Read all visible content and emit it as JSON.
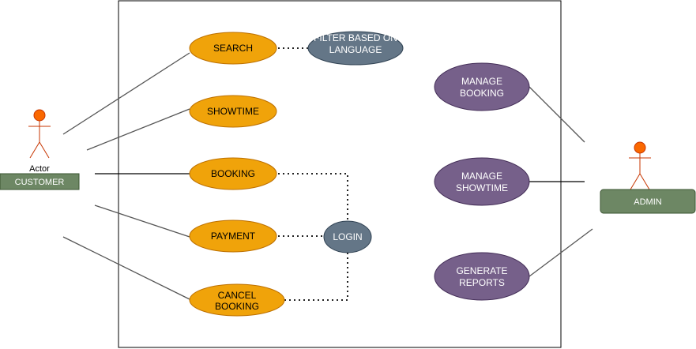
{
  "colors": {
    "use_case_fill": "#f0a30a",
    "use_case_stroke": "#bd7000",
    "slate_fill": "#647687",
    "slate_stroke": "#314354",
    "purple_fill": "#76608a",
    "purple_stroke": "#432d57",
    "actor_fill": "#fa6800",
    "actor_stroke": "#c73500",
    "role_box_fill": "#6d8764",
    "role_box_stroke": "#3a5431"
  },
  "actors": {
    "customer": {
      "caption": "Actor",
      "role": "CUSTOMER"
    },
    "admin": {
      "role": "ADMIN"
    }
  },
  "use_cases": {
    "search": "SEARCH",
    "showtime": "SHOWTIME",
    "booking": "BOOKING",
    "payment": "PAYMENT",
    "cancel_booking": [
      "CANCEL",
      "BOOKING"
    ],
    "filter_language": [
      "FILTER BASED ON",
      "LANGUAGE"
    ],
    "login": "LOGIN",
    "manage_booking": [
      "MANAGE",
      "BOOKING"
    ],
    "manage_showtime": [
      "MANAGE",
      "SHOWTIME"
    ],
    "generate_reports": [
      "GENERATE",
      "REPORTS"
    ]
  }
}
